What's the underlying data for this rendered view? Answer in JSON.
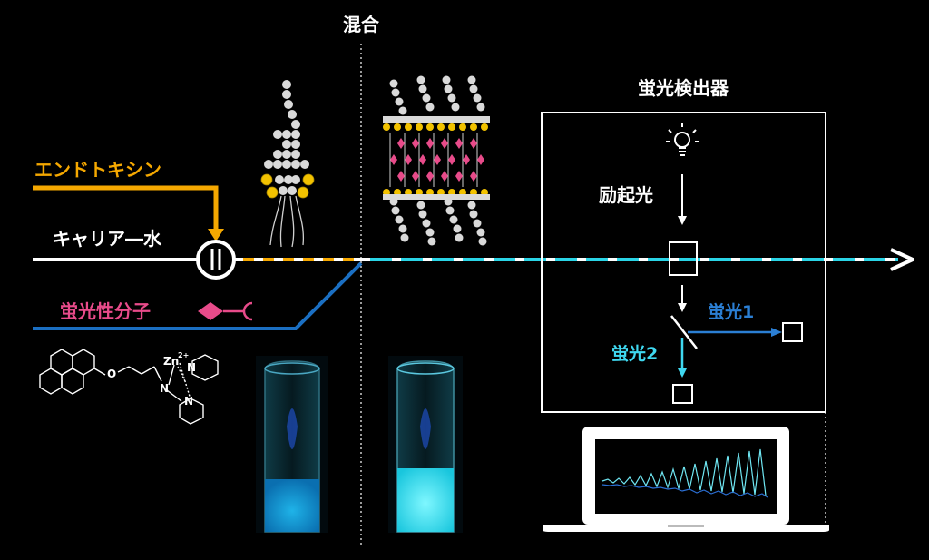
{
  "labels": {
    "mixing": "混合",
    "endotoxin": "エンドトキシン",
    "carrier": "キャリア―水",
    "fluorescent_molecule": "蛍光性分子",
    "detector_title": "蛍光検出器",
    "excitation": "励起光",
    "fluorescence1": "蛍光1",
    "fluorescence2": "蛍光2"
  },
  "molecule": {
    "heteroatom_o": "O",
    "heteroatom_n1": "N",
    "heteroatom_n2": "N",
    "heteroatom_n3": "N",
    "metal_ion": "Zn",
    "charge": "2+"
  },
  "colors": {
    "endotoxin": "#f5a800",
    "fluorescent": "#e84b8a",
    "blue_line": "#1b6fc2",
    "cyan": "#2ad4e6",
    "fluor1": "#2b7fd4",
    "fluor2": "#3fd8f0",
    "white": "#ffffff"
  }
}
